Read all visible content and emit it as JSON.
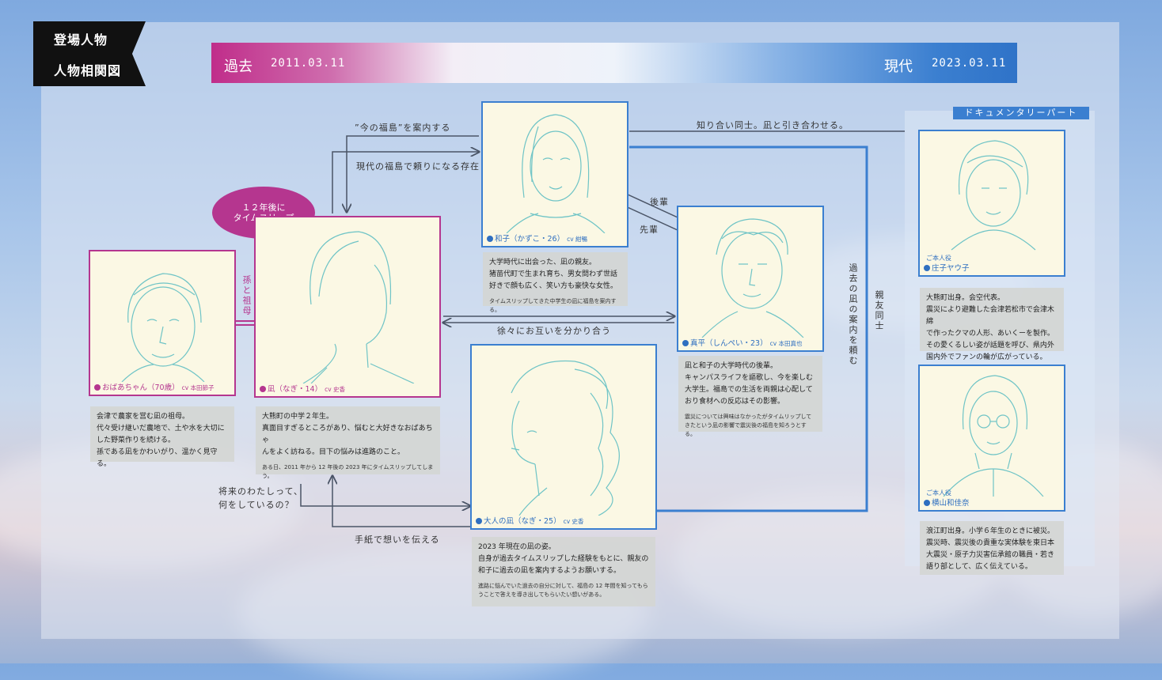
{
  "header": {
    "title1": "登場人物",
    "title2": "人物相関図"
  },
  "timeline": {
    "past_label": "過去",
    "past_date": "2011.03.11",
    "now_label": "現代",
    "now_date": "2023.03.11"
  },
  "bubble": {
    "line1": "１２年後に",
    "line2": "タイムスリップ"
  },
  "documentary_label": "ドキュメンタリーパート",
  "characters": {
    "obaachan": {
      "name": "おばあちゃん（70歳）",
      "cv": "cv 本田節子",
      "desc": [
        "会津で農家を営む凪の祖母。",
        "代々受け継いだ農地で、土や水を大切に",
        "した野菜作りを続ける。",
        "孫である凪をかわいがり、温かく見守る。"
      ]
    },
    "nagi": {
      "name": "凪（なぎ・14）",
      "cv": "cv 史香",
      "desc": [
        "大熊町の中学２年生。",
        "真面目すぎるところがあり、悩むと大好きなおばあちゃ",
        "んをよく訪ねる。目下の悩みは進路のこと。"
      ],
      "note": "ある日、2011 年から 12 年後の 2023 年にタイムスリップしてしまう。"
    },
    "kazuko": {
      "name": "和子（かずこ・26）",
      "cv": "cv 紺暢",
      "desc": [
        "大学時代に出会った、凪の親友。",
        "猪苗代町で生まれ育ち、男女問わず世話",
        "好きで顔も広く、笑い方も豪快な女性。"
      ],
      "note": "タイムスリップしてきた中学生の凪に福島を案内する。"
    },
    "shinpei": {
      "name": "真平（しんぺい・23）",
      "cv": "cv 本田真也",
      "desc": [
        "凪と和子の大学時代の後輩。",
        "キャンパスライフを謳歌し、今を楽しむ",
        "大学生。福島での生活を両親は心配して",
        "おり食材への反応はその影響。"
      ],
      "note": "震災については興味はなかったがタイムリップしてきたという凪の影響で震災後の福島を知ろうとする。"
    },
    "adult_nagi": {
      "name": "大人の凪（なぎ・25）",
      "cv": "cv 史香",
      "desc": [
        "2023 年現在の凪の姿。",
        "自身が過去タイムスリップした経験をもとに、親友の",
        "和子に過去の凪を案内するようお願いする。"
      ],
      "note": "進路に悩んでいた過去の自分に対して、福島の 12 年間を知ってもらうことで答えを導き出してもらいたい想いがある。"
    },
    "shoji": {
      "honin": "ご本人役",
      "name": "庄子ヤウ子",
      "desc": [
        "大熊町出身。会空代表。",
        "震災により避難した会津若松市で会津木綿",
        "で作ったクマの人形、あいくーを製作。",
        "その愛くるしい姿が話題を呼び、県内外",
        "国内外でファンの輪が広がっている。"
      ]
    },
    "yokoyama": {
      "honin": "ご本人役",
      "name": "横山和佳奈",
      "desc": [
        "浪江町出身。小学６年生のときに被災。",
        "震災時、震災後の貴重な実体験を東日本",
        "大震災・原子力災害伝承館の職員・若き",
        "語り部として、広く伝えている。"
      ]
    }
  },
  "relations": {
    "guide_now": "”今の福島”を案内する",
    "reliable": "現代の福島で頼りになる存在",
    "acquaintance": "知り合い同士。凪と引き合わせる。",
    "kohai": "後輩",
    "senpai": "先輩",
    "understand": "徐々にお互いを分かり合う",
    "grandchild": "孫と祖母",
    "guide_past": "過去の凪の案内を頼む",
    "best_friends": "親友同士",
    "future_q1": "将来のわたしって、",
    "future_q2": "何をしているの？",
    "letter": "手紙で想いを伝える"
  },
  "colors": {
    "pink": "#b5368f",
    "blue": "#3b7fd0",
    "card_bg": "#fbf8e4",
    "line": "#4a5466"
  }
}
